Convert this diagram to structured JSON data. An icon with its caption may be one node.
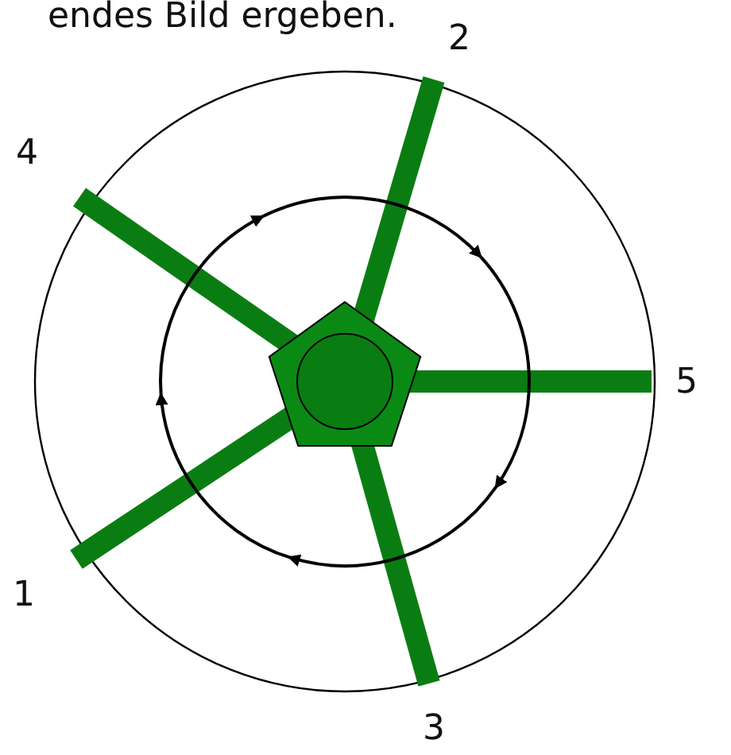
{
  "diagram": {
    "labels": [
      "endes Bild ergeben.",
      "2",
      "4",
      "5",
      "1",
      "3"
    ]
  }
}
